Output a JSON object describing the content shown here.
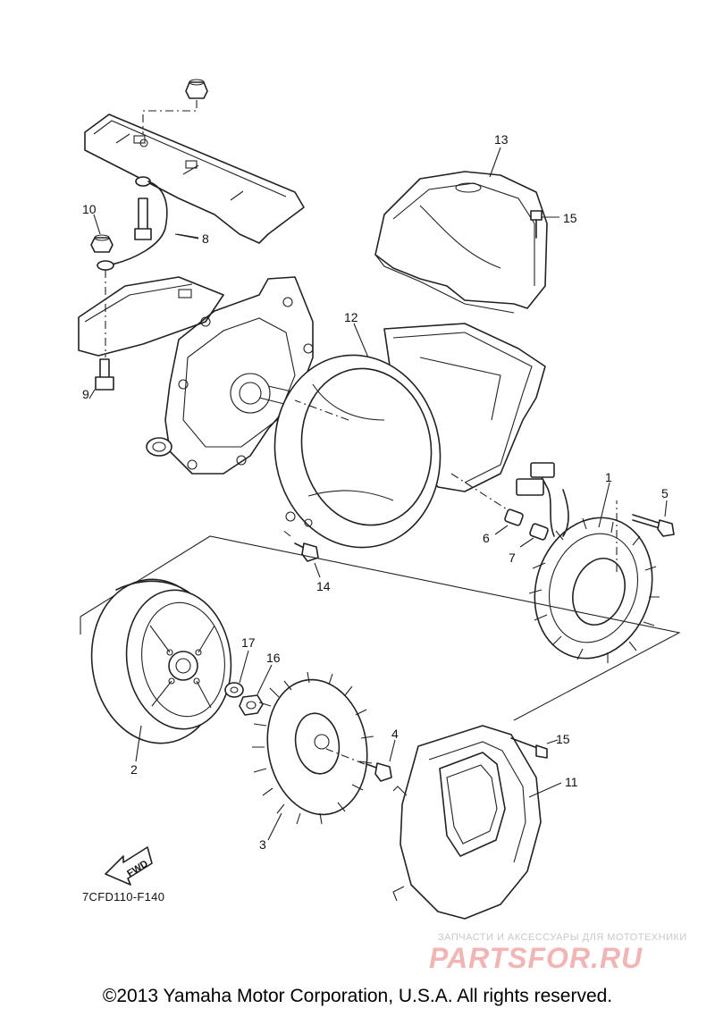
{
  "callouts": [
    "1",
    "2",
    "3",
    "4",
    "5",
    "6",
    "7",
    "8",
    "9",
    "10",
    "11",
    "12",
    "13",
    "14",
    "15",
    "15",
    "16",
    "17"
  ],
  "fwd_label": "FWD",
  "diagram_code": "7CFD110-F140",
  "watermark": {
    "tagline": "ЗАПЧАСТИ И АКСЕССУАРЫ ДЛЯ МОТОТЕХНИКИ",
    "brand": "PARTSFOR.RU"
  },
  "copyright": "©2013 Yamaha Motor Corporation, U.S.A. All rights reserved."
}
